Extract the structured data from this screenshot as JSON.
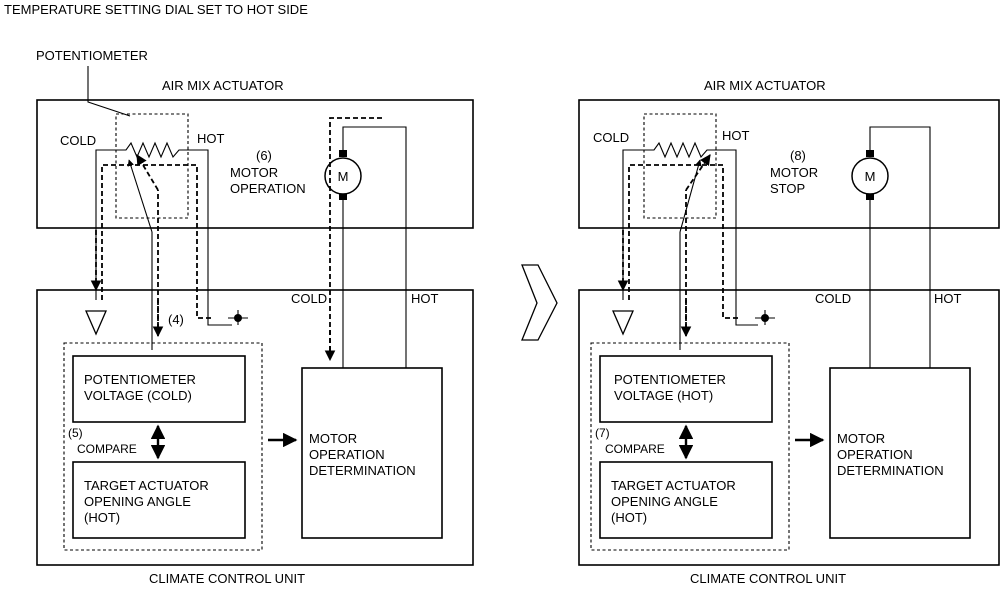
{
  "title": "TEMPERATURE SETTING DIAL SET TO HOT SIDE",
  "potentiometer_label": "POTENTIOMETER",
  "left": {
    "actuator_label": "AIR MIX ACTUATOR",
    "cold": "COLD",
    "hot": "HOT",
    "step_num": "(6)",
    "motor_state_1": "MOTOR",
    "motor_state_2": "OPERATION",
    "motor": "M",
    "unit_cold": "COLD",
    "unit_hot": "HOT",
    "step_4": "(4)",
    "pot_voltage_1": "POTENTIOMETER",
    "pot_voltage_2": "VOLTAGE (COLD)",
    "compare_num": "(5)",
    "compare": "COMPARE",
    "target_1": "TARGET ACTUATOR",
    "target_2": "OPENING ANGLE",
    "target_3": "(HOT)",
    "determination_1": "MOTOR",
    "determination_2": "OPERATION",
    "determination_3": "DETERMINATION",
    "unit_label": "CLIMATE CONTROL UNIT"
  },
  "right": {
    "actuator_label": "AIR MIX ACTUATOR",
    "cold": "COLD",
    "hot": "HOT",
    "step_num": "(8)",
    "motor_state_1": "MOTOR",
    "motor_state_2": "STOP",
    "motor": "M",
    "unit_cold": "COLD",
    "unit_hot": "HOT",
    "pot_voltage_1": "POTENTIOMETER",
    "pot_voltage_2": "VOLTAGE (HOT)",
    "compare_num": "(7)",
    "compare": "COMPARE",
    "target_1": "TARGET ACTUATOR",
    "target_2": "OPENING ANGLE",
    "target_3": "(HOT)",
    "determination_1": "MOTOR",
    "determination_2": "OPERATION",
    "determination_3": "DETERMINATION",
    "unit_label": "CLIMATE CONTROL UNIT"
  }
}
